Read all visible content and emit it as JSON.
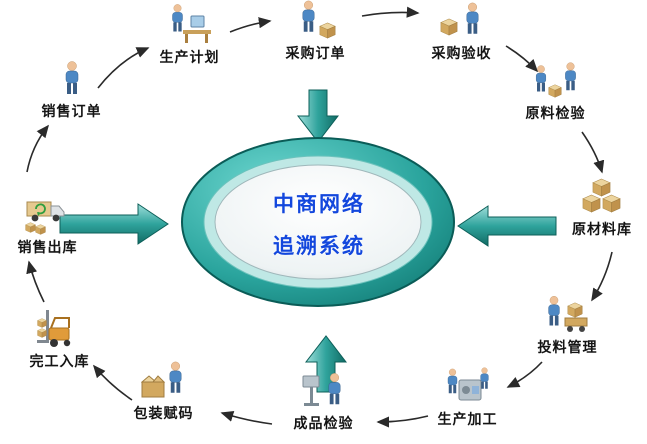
{
  "center": {
    "line1": "中商网络",
    "line2": "追溯系统"
  },
  "nodes": [
    {
      "id": "sales-order",
      "label": "销售订单",
      "icon": "person-icon"
    },
    {
      "id": "production-plan",
      "label": "生产计划",
      "icon": "person-at-desk-icon"
    },
    {
      "id": "purchase-order",
      "label": "采购订单",
      "icon": "person-with-box-icon"
    },
    {
      "id": "purchase-acceptance",
      "label": "采购验收",
      "icon": "box-and-person-icon"
    },
    {
      "id": "raw-material-inspection",
      "label": "原料检验",
      "icon": "two-persons-box-icon"
    },
    {
      "id": "raw-material-warehouse",
      "label": "原材料库",
      "icon": "boxes-stack-icon"
    },
    {
      "id": "feeding-management",
      "label": "投料管理",
      "icon": "person-cart-icon"
    },
    {
      "id": "production-processing",
      "label": "生产加工",
      "icon": "workers-machine-icon"
    },
    {
      "id": "finished-product-inspection",
      "label": "成品检验",
      "icon": "person-instrument-icon"
    },
    {
      "id": "packaging-coding",
      "label": "包装赋码",
      "icon": "person-package-icon"
    },
    {
      "id": "completion-warehousing",
      "label": "完工入库",
      "icon": "forklift-icon"
    },
    {
      "id": "sales-outbound",
      "label": "销售出库",
      "icon": "truck-icon"
    }
  ],
  "colors": {
    "ring_teal": "#1e8c86",
    "ring_light": "#7fd4cf",
    "arrow_teal": "#1e8c86",
    "center_text_blue": "#1347dd",
    "connector_black": "#2a2a2a"
  }
}
